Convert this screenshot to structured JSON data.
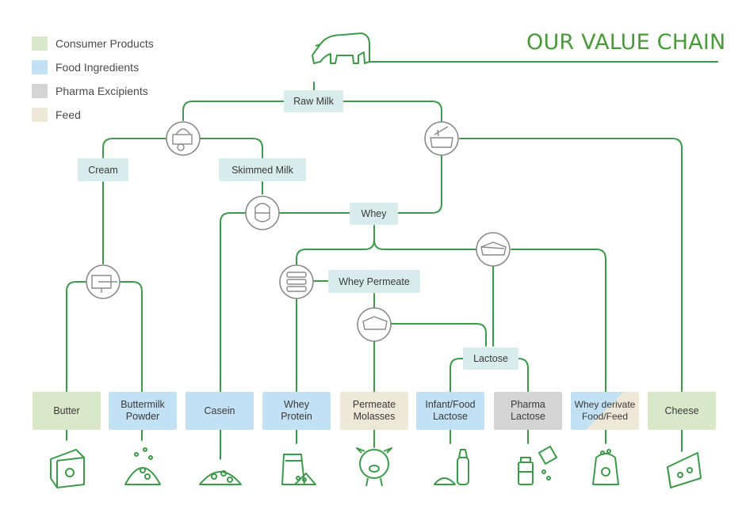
{
  "title": "OUR VALUE CHAIN",
  "colors": {
    "line": "#3d9a4a",
    "consumer": "#d9e8c9",
    "food": "#c2e1f4",
    "pharma": "#d4d4d4",
    "feed": "#ede8d8",
    "process": "#d8ecec"
  },
  "legend": [
    {
      "label": "Consumer Products",
      "color": "#d9e8c9"
    },
    {
      "label": "Food Ingredients",
      "color": "#c2e1f4"
    },
    {
      "label": "Pharma Excipients",
      "color": "#d4d4d4"
    },
    {
      "label": "Feed",
      "color": "#ede8d8"
    }
  ],
  "nodes": {
    "raw_milk": "Raw Milk",
    "cream": "Cream",
    "skimmed_milk": "Skimmed Milk",
    "whey": "Whey",
    "whey_permeate": "Whey Permeate",
    "lactose": "Lactose"
  },
  "products": [
    {
      "label": "Butter",
      "category": "consumer"
    },
    {
      "label": "Buttermilk Powder",
      "category": "food"
    },
    {
      "label": "Casein",
      "category": "food"
    },
    {
      "label": "Whey Protein",
      "category": "food"
    },
    {
      "label": "Permeate Molasses",
      "category": "feed"
    },
    {
      "label": "Infant/Food Lactose",
      "category": "food"
    },
    {
      "label": "Pharma Lactose",
      "category": "pharma"
    },
    {
      "label": "Whey derivate Food/Feed",
      "category": "food-feed"
    },
    {
      "label": "Cheese",
      "category": "consumer"
    }
  ],
  "icons": {
    "cow": "cow-icon",
    "separator": "separator-icon",
    "cheese_vat": "cheese-vat-icon",
    "centrifuge": "centrifuge-icon",
    "churn": "churn-icon",
    "membrane": "membrane-filter-icon",
    "crystallizer": "crystallizer-icon",
    "dryer": "dryer-icon",
    "product_icons": [
      "butter-box-icon",
      "powder-pile-icon",
      "powder-pile-icon",
      "protein-bag-icon",
      "pig-icon",
      "baby-bottle-icon",
      "medicine-bottle-icon",
      "feed-sack-icon",
      "cheese-wedge-icon"
    ]
  }
}
